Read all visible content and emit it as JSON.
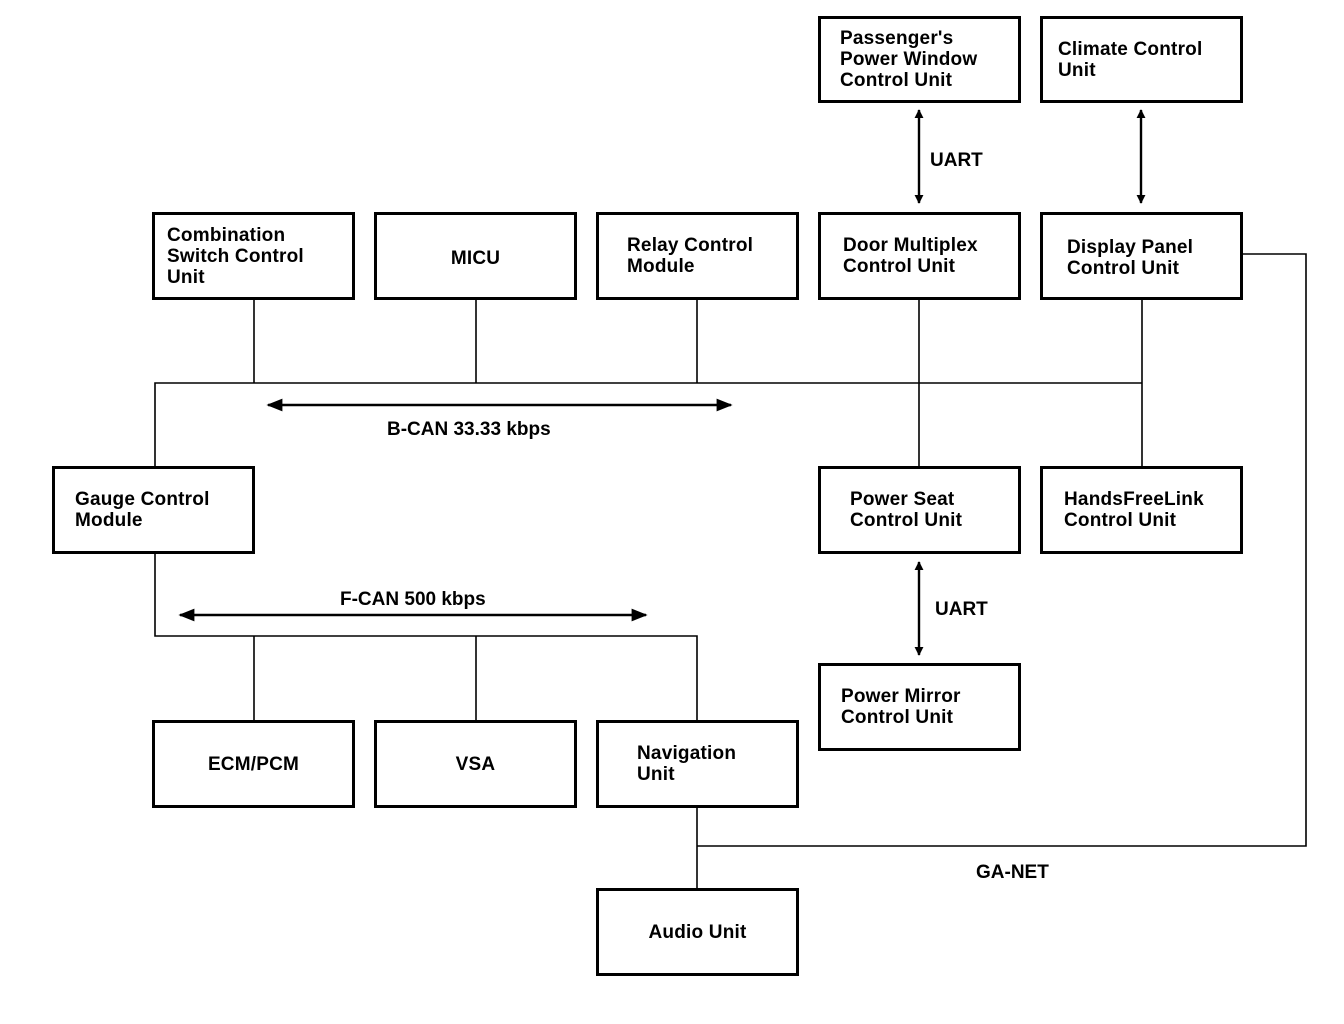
{
  "units": {
    "passenger_window": "Passenger's\nPower Window\nControl Unit",
    "climate": "Climate Control\nUnit",
    "combination_switch": "Combination\nSwitch Control\nUnit",
    "micu": "MICU",
    "relay": "Relay Control\nModule",
    "door_multiplex": "Door Multiplex\nControl Unit",
    "display_panel": "Display Panel\nControl Unit",
    "gauge": "Gauge Control\nModule",
    "power_seat": "Power Seat\nControl Unit",
    "handsfreelink": "HandsFreeLink\nControl Unit",
    "power_mirror": "Power Mirror\nControl Unit",
    "ecm_pcm": "ECM/PCM",
    "vsa": "VSA",
    "navigation": "Navigation\nUnit",
    "audio": "Audio Unit"
  },
  "labels": {
    "uart_top": "UART",
    "uart_bottom": "UART",
    "bcan": "B-CAN 33.33 kbps",
    "fcan": "F-CAN 500 kbps",
    "ganet": "GA-NET"
  }
}
